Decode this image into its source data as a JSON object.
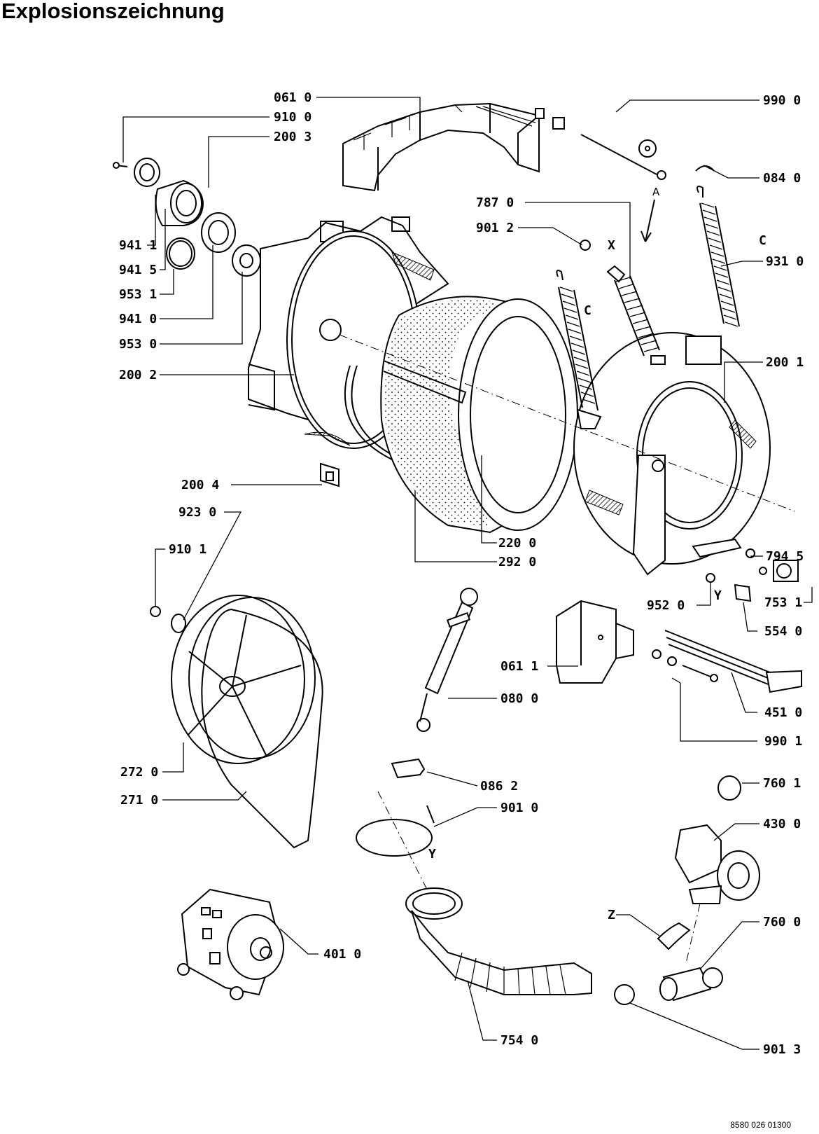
{
  "title": "Explosionszeichnung",
  "drawing_number": "8580 026 01300",
  "callouts": {
    "c0610": "061 0",
    "c9100": "910 0",
    "c2003": "200 3",
    "c9411": "941 1",
    "c9415": "941 5",
    "c9531": "953 1",
    "c9410": "941 0",
    "c9530": "953 0",
    "c2002": "200 2",
    "c9900": "990 0",
    "c0840": "084 0",
    "c7870": "787 0",
    "c9012": "901 2",
    "c9310": "931 0",
    "c2001": "200 1",
    "c2004": "200 4",
    "c9230": "923 0",
    "c9101": "910 1",
    "c2200": "220 0",
    "c2920": "292 0",
    "c7945": "794 5",
    "c7531": "753 1",
    "c9520": "952 0",
    "c5540": "554 0",
    "c0611": "061 1",
    "c0800": "080 0",
    "c4510": "451 0",
    "c9901": "990 1",
    "c2720": "272 0",
    "c2710": "271 0",
    "c0862": "086 2",
    "c9010": "901 0",
    "c7601": "760 1",
    "c4300": "430 0",
    "c4010": "401 0",
    "c7600": "760 0",
    "c7540": "754 0",
    "c9013": "901 3"
  },
  "reference_letters": {
    "a": "A",
    "x": "X",
    "c1": "C",
    "c2": "C",
    "y1": "Y",
    "y2": "Y",
    "z": "Z"
  }
}
